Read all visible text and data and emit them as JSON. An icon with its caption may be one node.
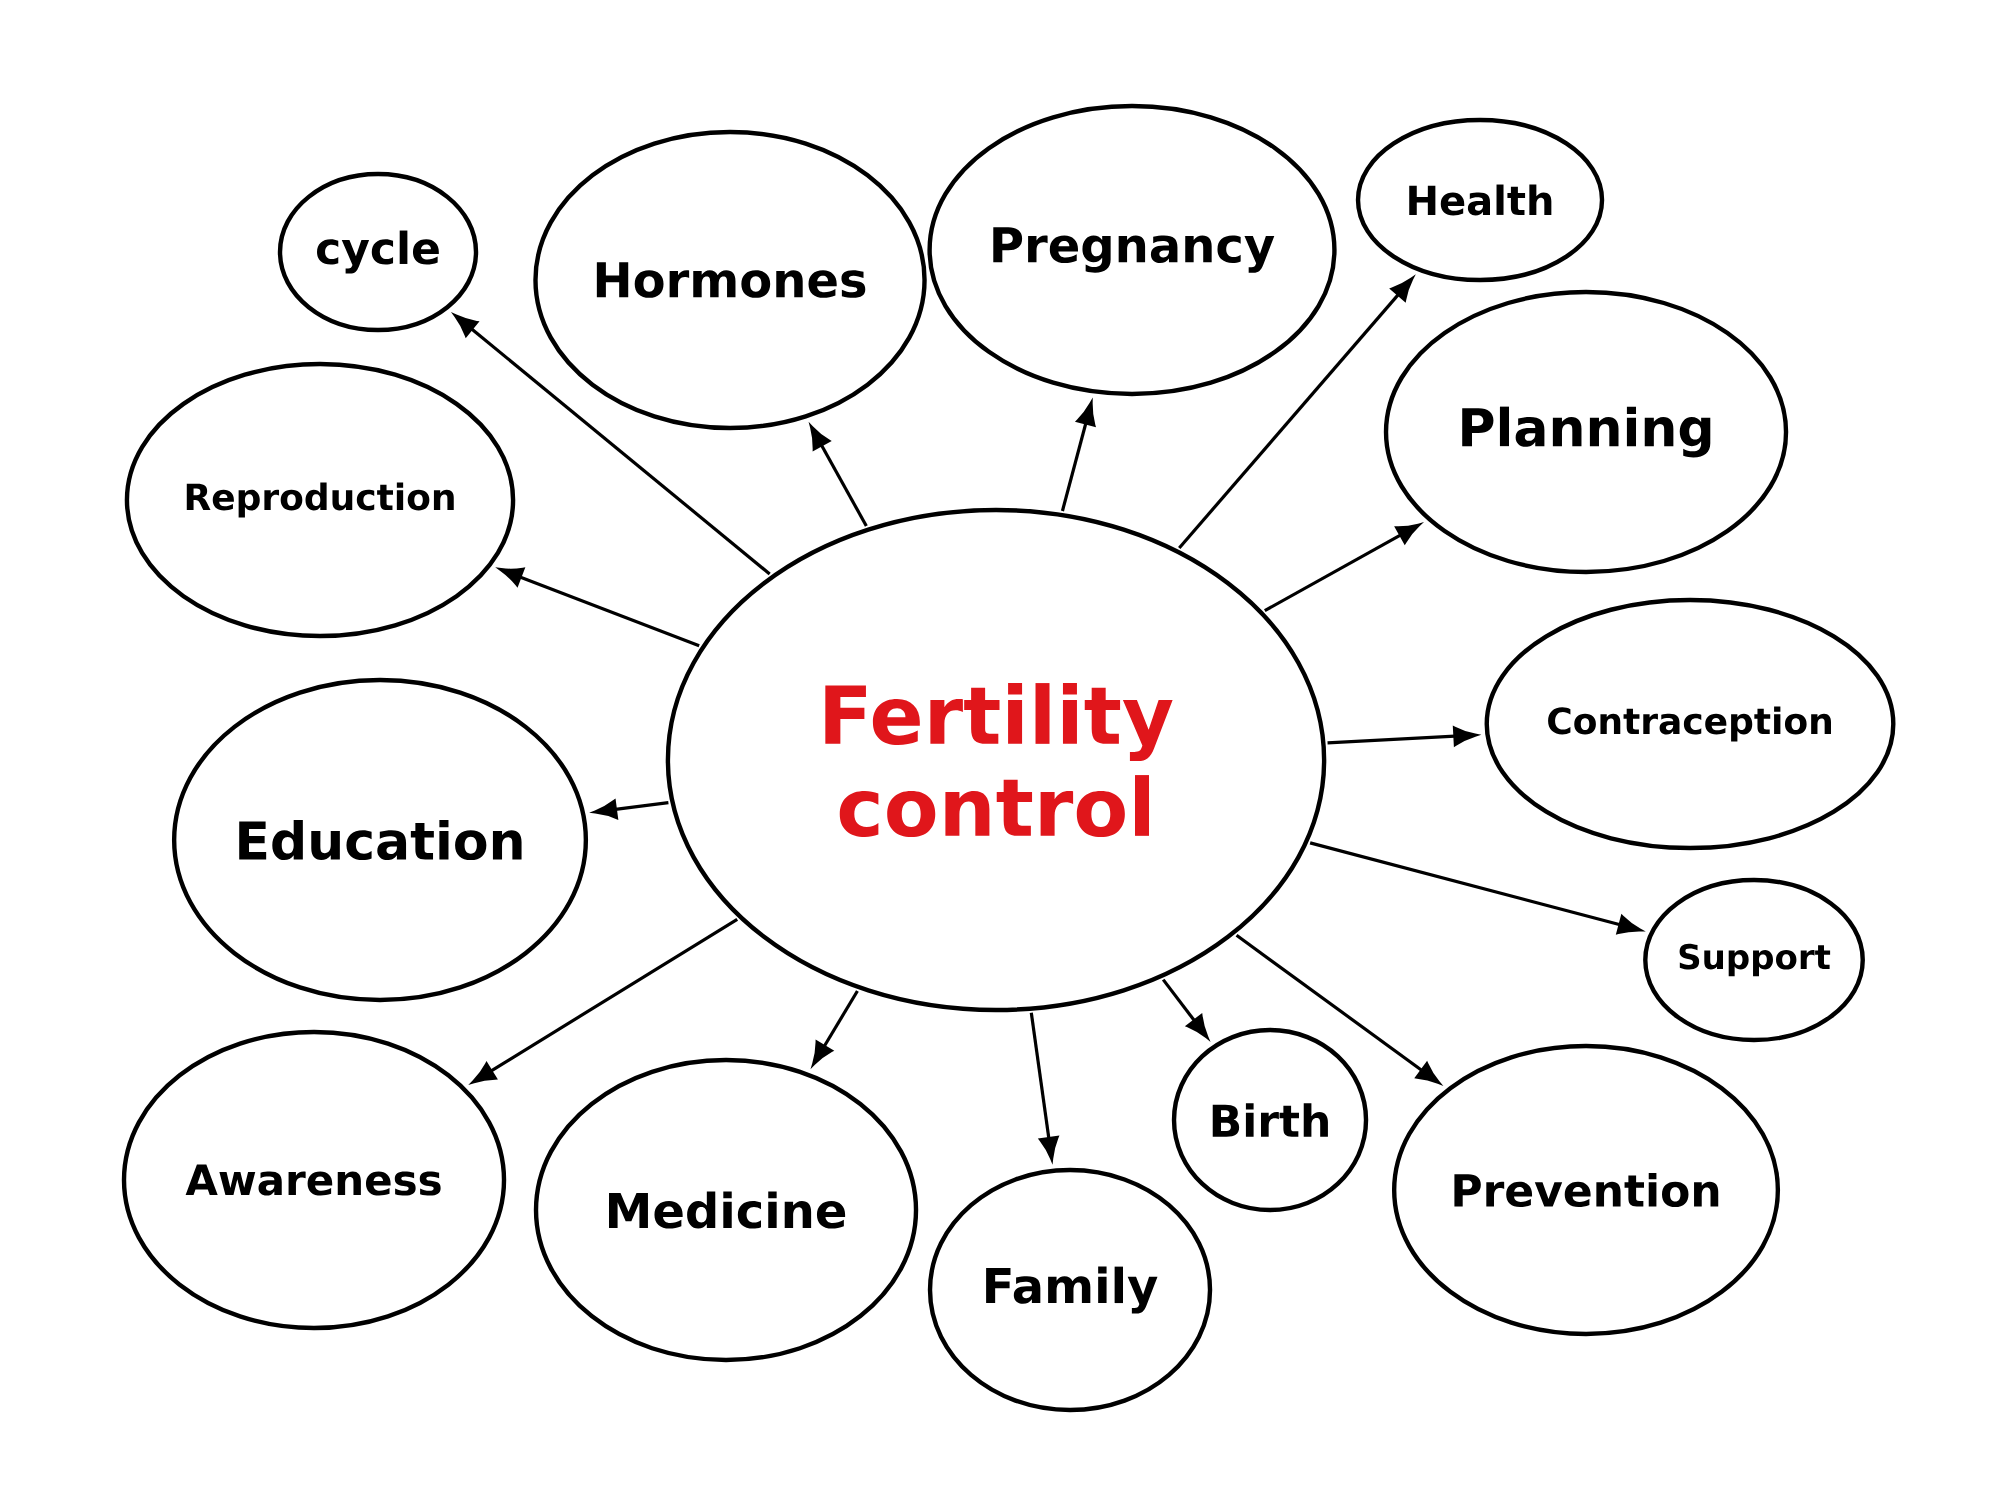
{
  "diagram": {
    "nodes": [
      {
        "text": [
          "Fertility control"
        ]
      },
      {
        "text": [
          "cycle"
        ]
      },
      {
        "text": [
          "Hormones"
        ]
      },
      {
        "text": [
          "Pregnancy"
        ]
      },
      {
        "text": [
          "Health"
        ]
      },
      {
        "text": [
          "Planning"
        ]
      },
      {
        "text": [
          "Reproduction"
        ]
      },
      {
        "text": [
          "Contraception"
        ]
      },
      {
        "text": [
          "Education"
        ]
      },
      {
        "text": [
          "Support"
        ]
      },
      {
        "text": [
          "Birth"
        ]
      },
      {
        "text": [
          "Awareness"
        ]
      },
      {
        "text": [
          "Prevention"
        ]
      },
      {
        "text": [
          "Medicine"
        ]
      },
      {
        "text": [
          "Family"
        ]
      }
    ],
    "edges": [
      {
        "from": 0,
        "to": 1,
        "arrow": "to"
      },
      {
        "from": 0,
        "to": 2,
        "arrow": "to"
      },
      {
        "from": 0,
        "to": 3,
        "arrow": "to"
      },
      {
        "from": 0,
        "to": 4,
        "arrow": "to"
      },
      {
        "from": 0,
        "to": 5,
        "arrow": "to"
      },
      {
        "from": 0,
        "to": 6,
        "arrow": "to"
      },
      {
        "from": 0,
        "to": 7,
        "arrow": "to"
      },
      {
        "from": 0,
        "to": 8,
        "arrow": "to"
      },
      {
        "from": 0,
        "to": 9,
        "arrow": "to"
      },
      {
        "from": 0,
        "to": 10,
        "arrow": "to"
      },
      {
        "from": 0,
        "to": 11,
        "arrow": "to"
      },
      {
        "from": 0,
        "to": 12,
        "arrow": "to"
      },
      {
        "from": 0,
        "to": 13,
        "arrow": "to"
      },
      {
        "from": 0,
        "to": 14,
        "arrow": "to"
      }
    ]
  }
}
